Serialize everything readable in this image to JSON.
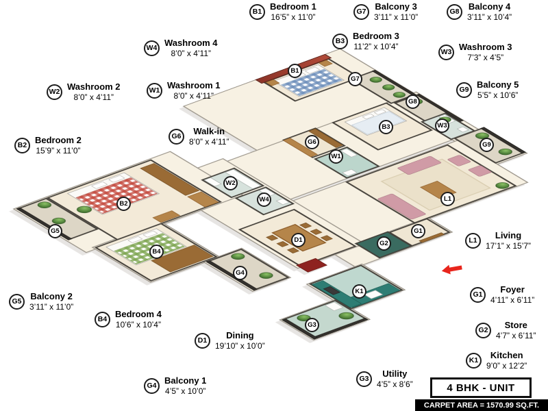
{
  "unit": {
    "title": "4 BHK - UNIT",
    "carpet_area": "CARPET AREA = 1570.99 SQ.FT."
  },
  "colors": {
    "accent_wall": "#9c3c2e",
    "entrance_arrow": "#e8251c",
    "kitchen_counter": "#2e7d74"
  },
  "labels": [
    {
      "code": "B1",
      "name": "Bedroom 1",
      "dims": "16’5” x 11’0”"
    },
    {
      "code": "G7",
      "name": "Balcony 3",
      "dims": "3’11” x 11’0”"
    },
    {
      "code": "G8",
      "name": "Balcony 4",
      "dims": "3’11” x 10’4”"
    },
    {
      "code": "B3",
      "name": "Bedroom 3",
      "dims": "11’2” x 10’4”"
    },
    {
      "code": "W4",
      "name": "Washroom 4",
      "dims": "8’0” x 4’11”"
    },
    {
      "code": "W3",
      "name": "Washroom 3",
      "dims": "7’3” x 4’5”"
    },
    {
      "code": "W2",
      "name": "Washroom 2",
      "dims": "8’0” x 4’11”"
    },
    {
      "code": "W1",
      "name": "Washroom 1",
      "dims": "8’0” x 4’11”"
    },
    {
      "code": "G9",
      "name": "Balcony 5",
      "dims": "5’5” x 10’6”"
    },
    {
      "code": "B2",
      "name": "Bedroom 2",
      "dims": "15’9” x 11’0”"
    },
    {
      "code": "G6",
      "name": "Walk-in",
      "dims": "8’0” x 4’11”"
    },
    {
      "code": "L1",
      "name": "Living",
      "dims": "17’1” x 15’7”"
    },
    {
      "code": "G5",
      "name": "Balcony 2",
      "dims": "3’11” x 11’0”"
    },
    {
      "code": "B4",
      "name": "Bedroom 4",
      "dims": "10’6” x 10’4”"
    },
    {
      "code": "G1",
      "name": "Foyer",
      "dims": "4’11” x 6’11”"
    },
    {
      "code": "G2",
      "name": "Store",
      "dims": "4’7” x 6’11”"
    },
    {
      "code": "K1",
      "name": "Kitchen",
      "dims": "9’0” x 12’2”"
    },
    {
      "code": "D1",
      "name": "Dining",
      "dims": "19’10” x 10’0”"
    },
    {
      "code": "G4",
      "name": "Balcony 1",
      "dims": "4’5” x 10’0”"
    },
    {
      "code": "G3",
      "name": "Utility",
      "dims": "4’5” x 8’6”"
    }
  ],
  "plan_markers": [
    "B1",
    "G7",
    "G8",
    "B3",
    "W3",
    "G6",
    "W1",
    "G9",
    "W2",
    "W4",
    "B2",
    "L1",
    "G5",
    "B4",
    "D1",
    "G1",
    "G2",
    "G4",
    "K1",
    "G3"
  ]
}
